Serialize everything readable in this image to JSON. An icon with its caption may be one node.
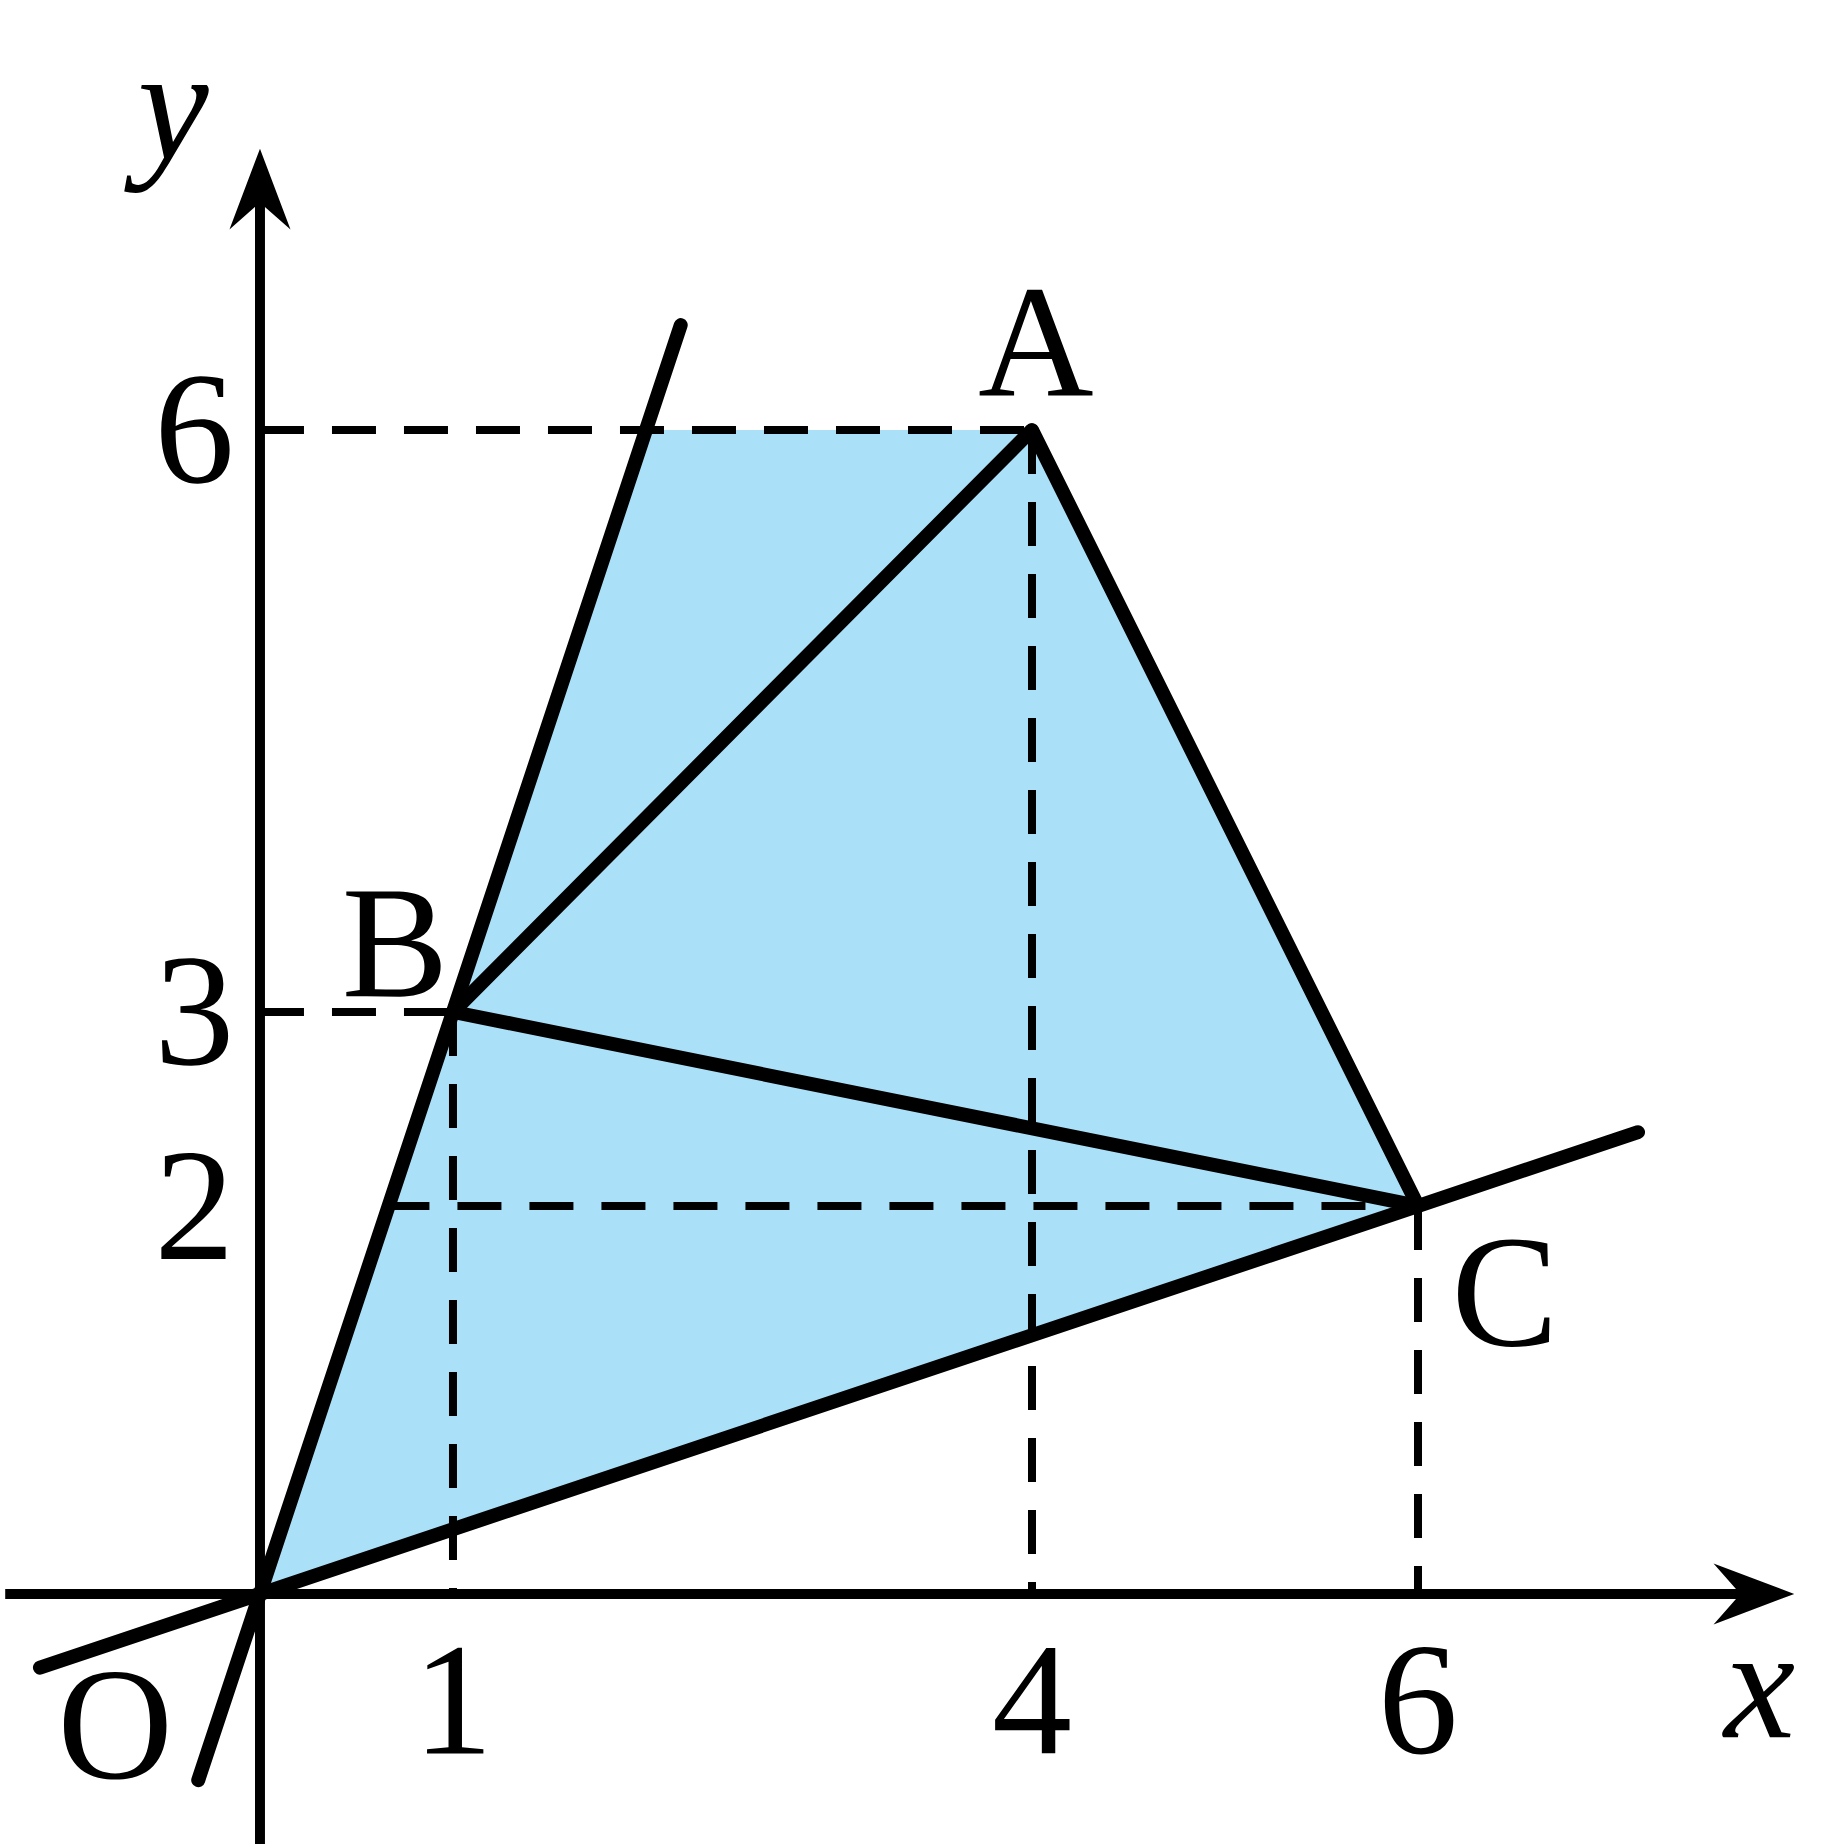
{
  "diagram": {
    "nodes": [
      {
        "text": [
          "A"
        ]
      },
      {
        "text": [
          "B"
        ]
      },
      {
        "text": [
          "C"
        ]
      },
      {
        "text": [
          "O"
        ]
      }
    ],
    "edges": [
      {
        "from": 3,
        "to": 1,
        "arrow": "none"
      },
      {
        "from": 1,
        "to": 0,
        "arrow": "none"
      },
      {
        "from": 1,
        "to": 2,
        "arrow": "none"
      },
      {
        "from": 0,
        "to": 2,
        "arrow": "none"
      },
      {
        "from": 3,
        "to": 2,
        "arrow": "none"
      }
    ],
    "labels": [
      "y",
      "6",
      "3",
      "2",
      "1",
      "4",
      "6",
      "x"
    ]
  }
}
